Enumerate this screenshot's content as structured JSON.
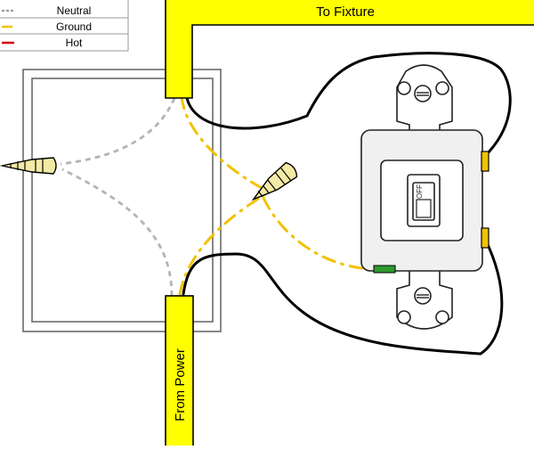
{
  "legend": {
    "items": [
      {
        "label": "Neutral",
        "style": "dashed",
        "color": "#aaaaaa"
      },
      {
        "label": "Ground",
        "style": "dash-dot",
        "color": "#f2c200"
      },
      {
        "label": "Hot",
        "style": "solid",
        "color": "#d40000"
      }
    ]
  },
  "cables": {
    "top_label": "To Fixture",
    "bottom_label": "From Power",
    "jacket_color": "#ffff00"
  },
  "switch": {
    "toggle_label": "OFF",
    "body_color": "#f0f0f0"
  },
  "wire_nut_color": "#f3eaa6",
  "ground_screw_color": "#2e9a2e"
}
